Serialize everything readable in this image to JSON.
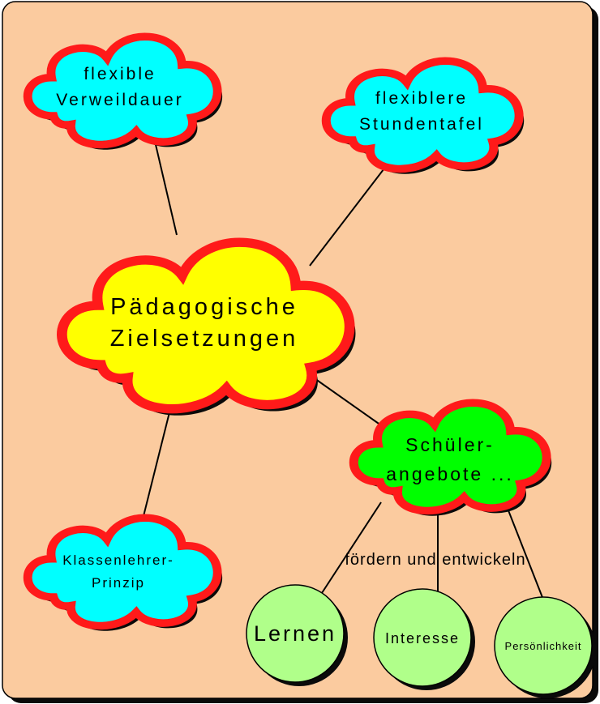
{
  "diagram": {
    "center": {
      "line1": "Pädagogische",
      "line2": "Zielsetzungen"
    },
    "goals": [
      {
        "line1": "flexible",
        "line2": "Verweildauer"
      },
      {
        "line1": "flexiblere",
        "line2": "Stundentafel"
      },
      {
        "line1": "Klassenlehrer-",
        "line2": "Prinzip"
      },
      {
        "line1": "Schüler-",
        "line2": "angebote ..."
      }
    ],
    "connector_label": "fördern und entwickeln",
    "outcomes": [
      "Lernen",
      "Interesse",
      "Persönlichkeit"
    ]
  },
  "colors": {
    "background": "#FBCB9F",
    "cloud_outline": "#FF1A1A",
    "shadow": "#0A0A0A",
    "goal_fill": "#00FFFF",
    "center_fill": "#FFFF00",
    "offer_fill": "#00FF00",
    "outcome_fill": "#B0FF8A",
    "text": "#000000"
  }
}
